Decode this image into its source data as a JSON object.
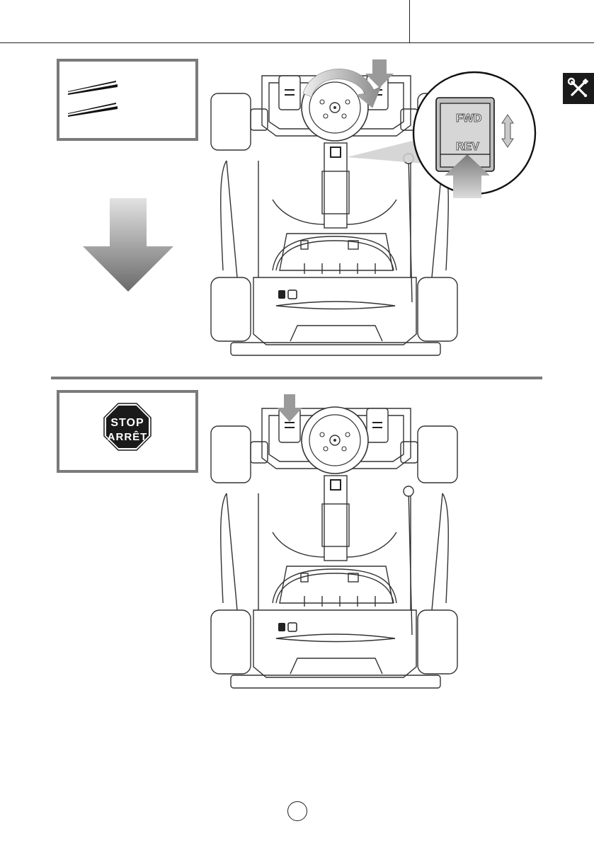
{
  "stop_sign": {
    "line1": "STOP",
    "line2": "ARRÊT"
  },
  "gear_switch": {
    "forward_label": "FWD",
    "reverse_label": "REV"
  },
  "icons": {
    "corner_tab": "tools-icon",
    "speed": "speed-lines-icon",
    "down_arrow": "down-arrow-icon"
  },
  "colors": {
    "panel_border": "#7a7a7a",
    "tab_background": "#1a1a1a",
    "stop_sign": "#1a1a1a"
  }
}
